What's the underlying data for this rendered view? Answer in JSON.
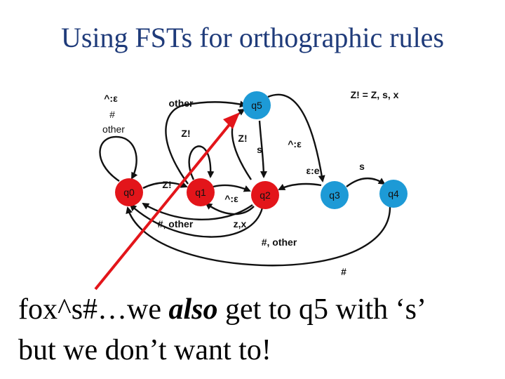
{
  "title": "Using FSTs for orthographic rules",
  "legend": "Z! = Z, s, x",
  "colors": {
    "accepting": "#e3151a",
    "nonaccepting": "#1d9ad6",
    "title": "#1f3b7a",
    "pointer": "#e3151a"
  },
  "states": [
    {
      "id": "q0",
      "accepting": true
    },
    {
      "id": "q1",
      "accepting": true
    },
    {
      "id": "q2",
      "accepting": true
    },
    {
      "id": "q3",
      "accepting": false
    },
    {
      "id": "q4",
      "accepting": false
    },
    {
      "id": "q5",
      "accepting": false
    }
  ],
  "edge_labels": {
    "q0_self_1": "^:ε",
    "q0_self_2": "#",
    "q0_self_3": "other",
    "q1_q5_other": "other",
    "q1_self": "Z!",
    "q0_q1": "Z!",
    "q2_q5": "Z!",
    "q5_q2": "s",
    "q5_q3": "^:ε",
    "q1_q2": "^:ε",
    "q3_q2": "ε:e",
    "q3_q4": "s",
    "q2_q0_a": "#, other",
    "q2_q1": "z,x",
    "q2_q0_b": "#, other",
    "q4_q0": "#"
  },
  "caption": {
    "part1": "fox^s#…we ",
    "emphasis": "also",
    "part2": " get to q5 with ‘s’",
    "line2": "but we don’t want to!"
  }
}
